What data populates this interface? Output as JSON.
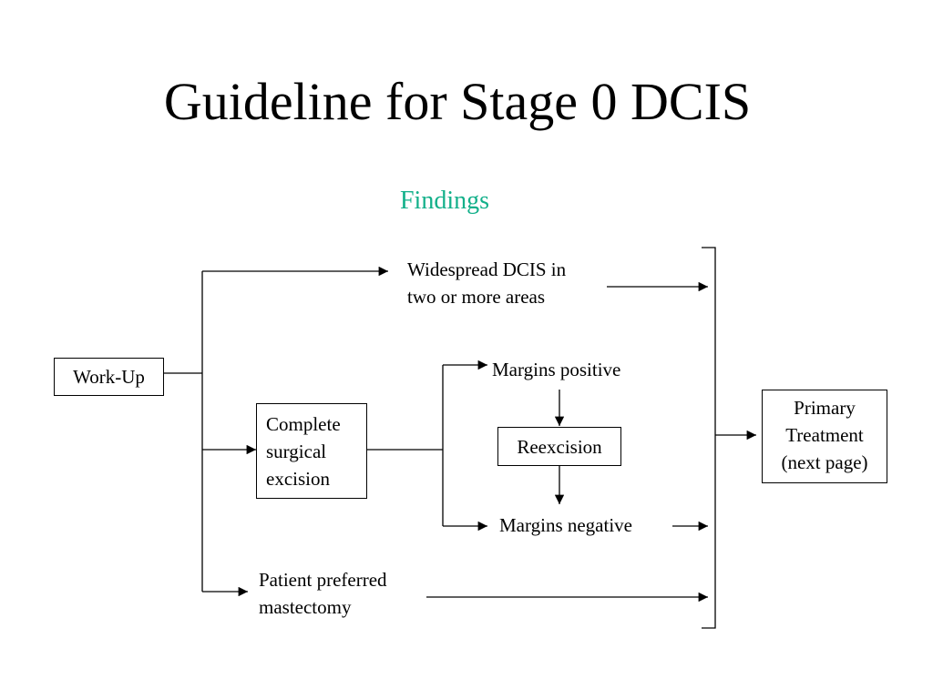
{
  "slide": {
    "title": "Guideline for Stage 0 DCIS",
    "subtitle": "Findings",
    "colors": {
      "subtitle": "#13b08a",
      "text": "#000000",
      "background": "#ffffff"
    }
  },
  "nodes": {
    "workup": "Work-Up",
    "widespread": [
      "Widespread DCIS in",
      "two or more areas"
    ],
    "complete_excision": [
      "Complete",
      "surgical",
      "excision"
    ],
    "margins_positive": "Margins positive",
    "reexcision": "Reexcision",
    "margins_negative": "Margins negative",
    "patient_mastectomy": [
      "Patient preferred",
      "mastectomy"
    ],
    "primary_treatment": [
      "Primary",
      "Treatment",
      "(next page)"
    ]
  }
}
